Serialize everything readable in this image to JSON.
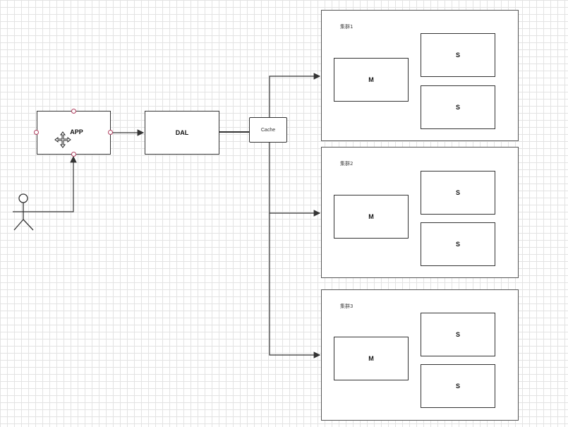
{
  "diagram": {
    "actor": {
      "icon": "stick-figure-icon"
    },
    "app": {
      "label": "APP"
    },
    "dal": {
      "label": "DAL"
    },
    "cache": {
      "label": "Cache"
    },
    "clusters": [
      {
        "label": "集群1",
        "master": "M",
        "slaves": [
          "S",
          "S"
        ]
      },
      {
        "label": "集群2",
        "master": "M",
        "slaves": [
          "S",
          "S"
        ]
      },
      {
        "label": "集群3",
        "master": "M",
        "slaves": [
          "S",
          "S"
        ]
      }
    ],
    "colors": {
      "line": "#333333",
      "handle": "#b04060",
      "grid": "#e3e3e3"
    }
  }
}
